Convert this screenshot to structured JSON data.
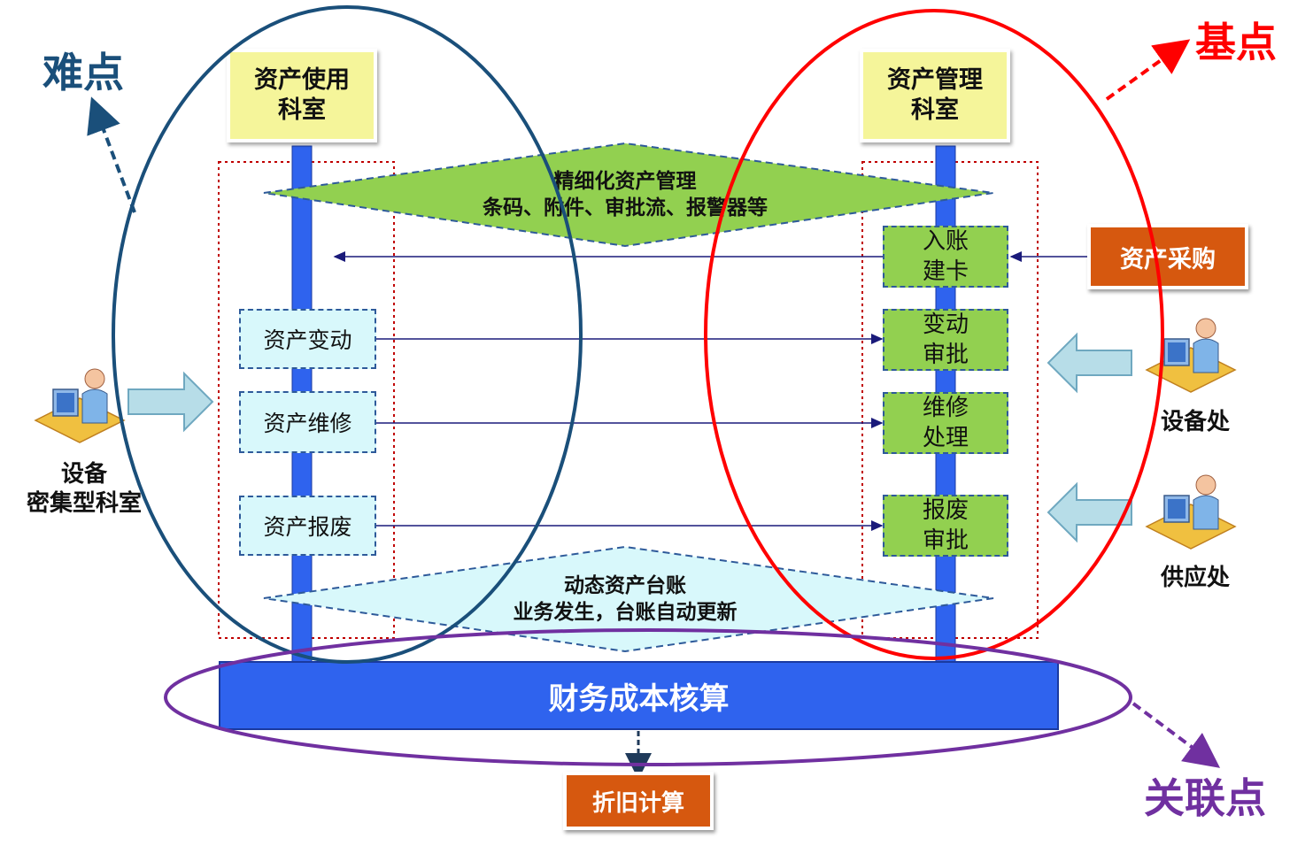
{
  "labels": {
    "difficulty": "难点",
    "base": "基点",
    "link": "关联点"
  },
  "departments": {
    "asset_use": "资产使用\n科室",
    "asset_mgmt": "资产管理\n科室"
  },
  "diamonds": {
    "top_line1": "精细化资产管理",
    "top_line2": "条码、附件、审批流、报警器等",
    "bottom_line1": "动态资产台账",
    "bottom_line2": "业务发生，台账自动更新"
  },
  "left_actions": [
    "资产变动",
    "资产维修",
    "资产报废"
  ],
  "right_actions": [
    "入账\n建卡",
    "变动\n审批",
    "维修\n处理",
    "报废\n审批"
  ],
  "procurement": "资产采购",
  "finance": "财务成本核算",
  "depreciation": "折旧计算",
  "actors": {
    "left": "设备\n密集型科室",
    "equipment": "设备处",
    "supply": "供应处"
  },
  "colors": {
    "difficulty": "#1a4f7a",
    "base": "#ff0000",
    "link": "#7030a0",
    "finance_bar": "#2f63ee",
    "green": "#92d050",
    "cyan": "#d8f8fb",
    "orange": "#d6580f"
  }
}
